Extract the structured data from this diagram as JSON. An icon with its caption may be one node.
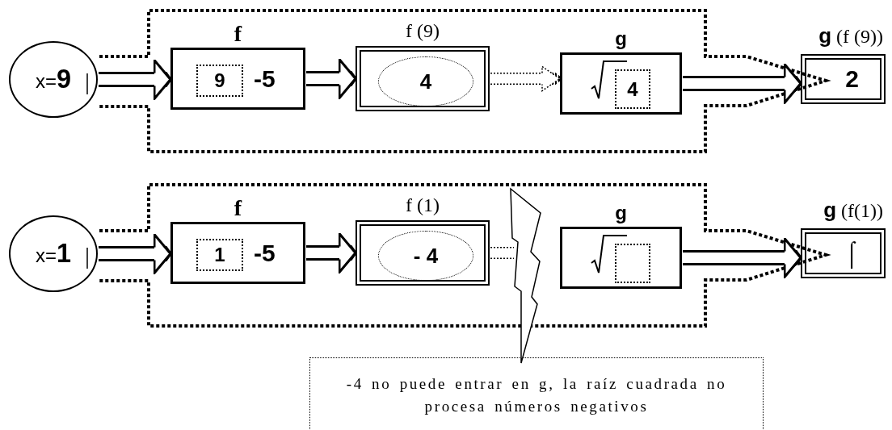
{
  "diagram": {
    "nodes": [
      {
        "text": [
          "x=**9**"
        ]
      },
      {
        "text": [
          "f",
          "-5"
        ]
      },
      {
        "text": [
          "9"
        ],
        "in": 1
      },
      {
        "text": [
          "f (9)"
        ]
      },
      {
        "text": [
          "4"
        ],
        "in": 3
      },
      {
        "text": [
          "g"
        ]
      },
      {
        "text": [
          "4"
        ],
        "in": 5
      },
      {
        "text": [
          "**g** (f (9))",
          "2"
        ]
      },
      {
        "text": [
          "x=**1**"
        ]
      },
      {
        "text": [
          "f",
          "-5"
        ]
      },
      {
        "text": [
          "1"
        ],
        "in": 9
      },
      {
        "text": [
          "f (1)"
        ]
      },
      {
        "text": [
          "- 4"
        ],
        "in": 11
      },
      {
        "text": [
          "g"
        ]
      },
      {
        "text": [],
        "shape": "box",
        "in": 13
      },
      {
        "text": [
          "**g** (f(1))",
          "⌠"
        ]
      },
      {
        "text": [
          "-4 no puede entrar en g, la raíz cuadrada no procesa números negativos"
        ]
      }
    ],
    "edges": [
      {
        "from": 0,
        "to": 1,
        "arrow": "to"
      },
      {
        "from": 1,
        "to": 3,
        "arrow": "to"
      },
      {
        "from": 3,
        "to": 5,
        "arrow": "to",
        "style": "dashed"
      },
      {
        "from": 5,
        "to": 7,
        "arrow": "to"
      },
      {
        "from": 8,
        "to": 9,
        "arrow": "to"
      },
      {
        "from": 9,
        "to": 11,
        "arrow": "to"
      },
      {
        "from": 11,
        "to": 16,
        "arrow": "none",
        "style": "dashed"
      },
      {
        "from": 13,
        "to": 15,
        "arrow": "to"
      }
    ]
  }
}
